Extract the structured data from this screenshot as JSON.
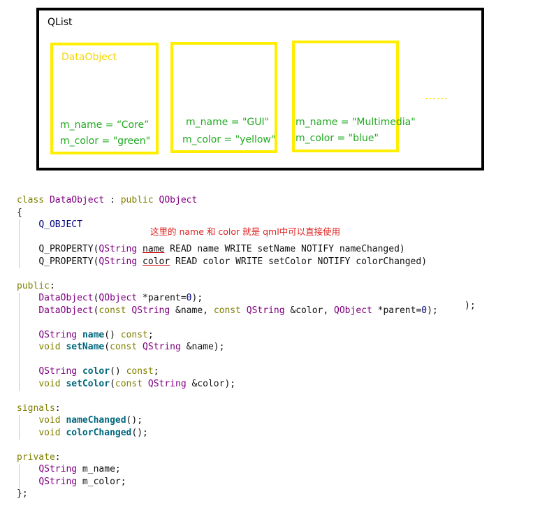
{
  "diagram": {
    "container_title": "QList",
    "object_title": "DataObject",
    "ellipsis": "……",
    "objects": [
      {
        "name_line": "m_name = “Core”",
        "color_line": "m_color = \"green\""
      },
      {
        "name_line": "m_name = \"GUI\"",
        "color_line": "m_color = \"yellow\""
      },
      {
        "name_line": "m_name = \"Multimedia\"",
        "color_line": "m_color = \"blue\""
      }
    ],
    "colors": {
      "border": "#ffee00",
      "title": "#f5d800",
      "prop_text": "#22aa22",
      "annotation": "#e02020"
    }
  },
  "code": {
    "l1": {
      "class_kw": "class",
      "name": "DataObject",
      "sep": " : ",
      "public_kw": "public",
      "base": "QObject"
    },
    "l2": "{",
    "l3": "Q_OBJECT",
    "annotation": "这里的 name 和 color 就是 qml中可以直接使用",
    "l5": {
      "macro": "Q_PROPERTY",
      "open": "(",
      "type": "QString",
      "prop": "name",
      "rest": " READ name WRITE setName NOTIFY nameChanged)"
    },
    "l6": {
      "macro": "Q_PROPERTY",
      "open": "(",
      "type": "QString",
      "prop": "color",
      "rest": " READ color WRITE setColor NOTIFY colorChanged)"
    },
    "l8": {
      "kw": "public",
      "colon": ":"
    },
    "l9": {
      "fn": "DataObject",
      "open": "(",
      "type": "QObject",
      "rest1": " *parent=",
      "num": "0",
      "rest2": ");"
    },
    "l10": {
      "fn": "DataObject",
      "open": "(",
      "const1": "const",
      "type1": "QString",
      "arg1": " &name, ",
      "const2": "const",
      "type2": "QString",
      "arg2": " &color, ",
      "type3": "QObject",
      "arg3": " *parent=",
      "num": "0",
      "close": ");"
    },
    "extra_paren": ");",
    "l12": {
      "type": "QString",
      "fn": "name",
      "parens": "() ",
      "const": "const",
      "semi": ";"
    },
    "l13": {
      "kw": "void",
      "fn": "setName",
      "open": "(",
      "const": "const",
      "type": "QString",
      "rest": " &name);"
    },
    "l15": {
      "type": "QString",
      "fn": "color",
      "parens": "() ",
      "const": "const",
      "semi": ";"
    },
    "l16": {
      "kw": "void",
      "fn": "setColor",
      "open": "(",
      "const": "const",
      "type": "QString",
      "rest": " &color);"
    },
    "l18": {
      "kw": "signals",
      "colon": ":"
    },
    "l19": {
      "kw": "void",
      "fn": "nameChanged",
      "rest": "();"
    },
    "l20": {
      "kw": "void",
      "fn": "colorChanged",
      "rest": "();"
    },
    "l22": {
      "kw": "private",
      "colon": ":"
    },
    "l23": {
      "type": "QString",
      "rest": " m_name;"
    },
    "l24": {
      "type": "QString",
      "rest": " m_color;"
    },
    "l25": "};"
  }
}
